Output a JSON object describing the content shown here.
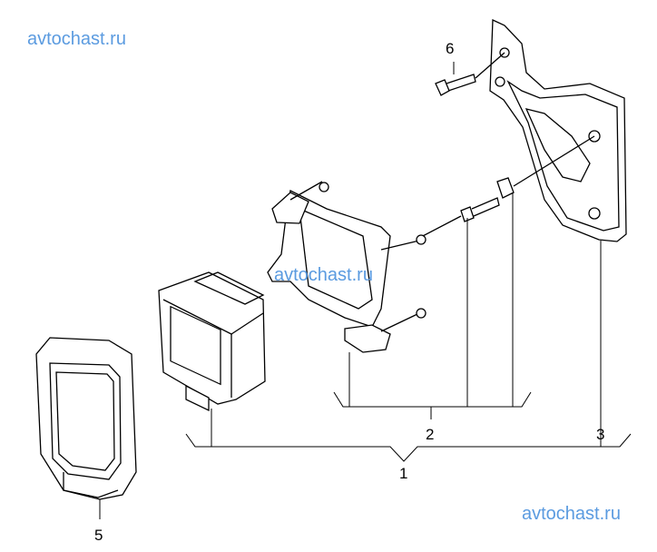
{
  "watermarks": [
    "avtochast.ru",
    "avtochast.ru",
    "avtochast.ru"
  ],
  "callouts": {
    "c1": "1",
    "c2": "2",
    "c3": "3",
    "c5": "5",
    "c6": "6"
  },
  "colors": {
    "watermark": "#5b9be0",
    "line": "#000000"
  }
}
